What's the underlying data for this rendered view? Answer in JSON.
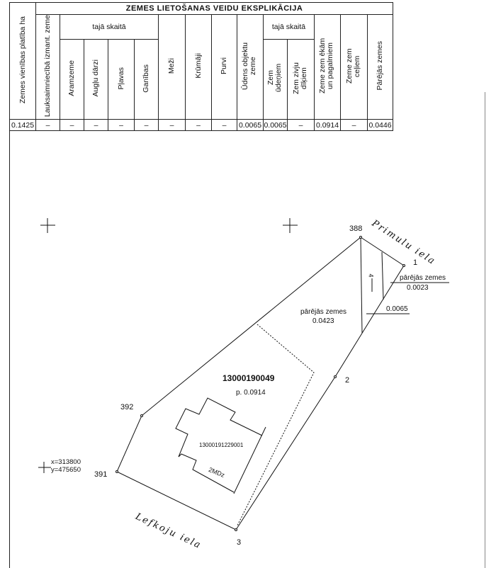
{
  "table": {
    "title": "ZEMES LIETOŠANAS VEIDU EKSPLIKĀCIJA",
    "total_header": "Zemes vienības platība ha",
    "group_label_1": "tajā skaitā",
    "group_label_2": "tajā skaitā",
    "headers": [
      "Lauksaimniecībā izmant. zeme",
      "Aramzeme",
      "Augļu dārzi",
      "Pļavas",
      "Ganības",
      "Meži",
      "Krūmāji",
      "Purvi",
      "Ūdens objektu zeme",
      "Zem ūdeņiem",
      "Zem zivju dīķiem",
      "Zeme zem ēkām un pagalmiem",
      "Zeme zem ceļiem",
      "Pārējās zemes"
    ],
    "values": [
      "0.1425",
      "–",
      "–",
      "–",
      "–",
      "–",
      "–",
      "–",
      "–",
      "0.0065",
      "0.0065",
      "–",
      "0.0914",
      "–",
      "0.0446"
    ]
  },
  "plan": {
    "points": {
      "p388": "388",
      "p1": "1",
      "p2": "2",
      "p3": "3",
      "p391": "391",
      "p392": "392"
    },
    "streets": {
      "north": "Primulu iela",
      "south": "Lefkoju iela"
    },
    "parcel_id": "13000190049",
    "parcel_area": "p. 0.0914",
    "building_id": "13000191229001",
    "building_type": "2MDz",
    "other_land_label_1": "pārējās zemes",
    "other_land_value_1": "0.0423",
    "other_land_label_2": "pārējās zemes",
    "other_land_value_2": "0.0023",
    "water_value": "0.0065",
    "water_marker": "4",
    "coord_x": "x=313800",
    "coord_y": "y=475650"
  }
}
